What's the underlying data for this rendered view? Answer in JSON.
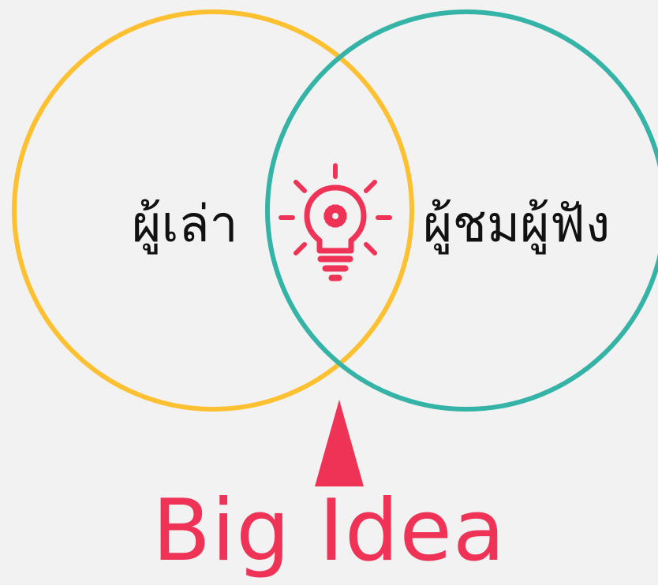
{
  "diagram": {
    "left_set_label": "ผู้เล่า",
    "right_set_label": "ผู้ชมผู้ฟัง",
    "intersection_label": "Big Idea",
    "center_icon": "lightbulb-gear-icon",
    "pointer_icon": "up-arrow-icon"
  },
  "colors": {
    "background": "#f2f2f2",
    "left_circle": "#fdc030",
    "right_circle": "#35b3a6",
    "accent": "#ef3356",
    "text": "#111111"
  }
}
